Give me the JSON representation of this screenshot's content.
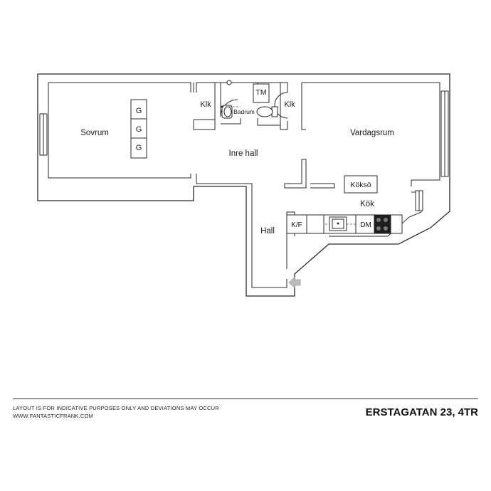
{
  "plan": {
    "rooms": {
      "sovrum": "Sovrum",
      "klk_left": "Klk",
      "badrum": "Badrum",
      "tm": "TM",
      "klk_right": "Klk",
      "vardagsrum": "Vardagsrum",
      "inre_hall": "Inre hall",
      "hall": "Hall",
      "kok": "Kök",
      "kokso": "Köksö"
    },
    "fixtures": {
      "wardrobe": [
        "G",
        "G",
        "G"
      ],
      "fridge_freezer": "K/F",
      "dishwasher": "DM"
    }
  },
  "footer": {
    "disclaimer": "LAYOUT IS FOR INDICATIVE PURPOSES ONLY AND DEVIATIONS MAY OCCUR",
    "website": "WWW.FANTASTICFRANK.COM",
    "address": "ERSTAGATAN 23, 4TR"
  }
}
